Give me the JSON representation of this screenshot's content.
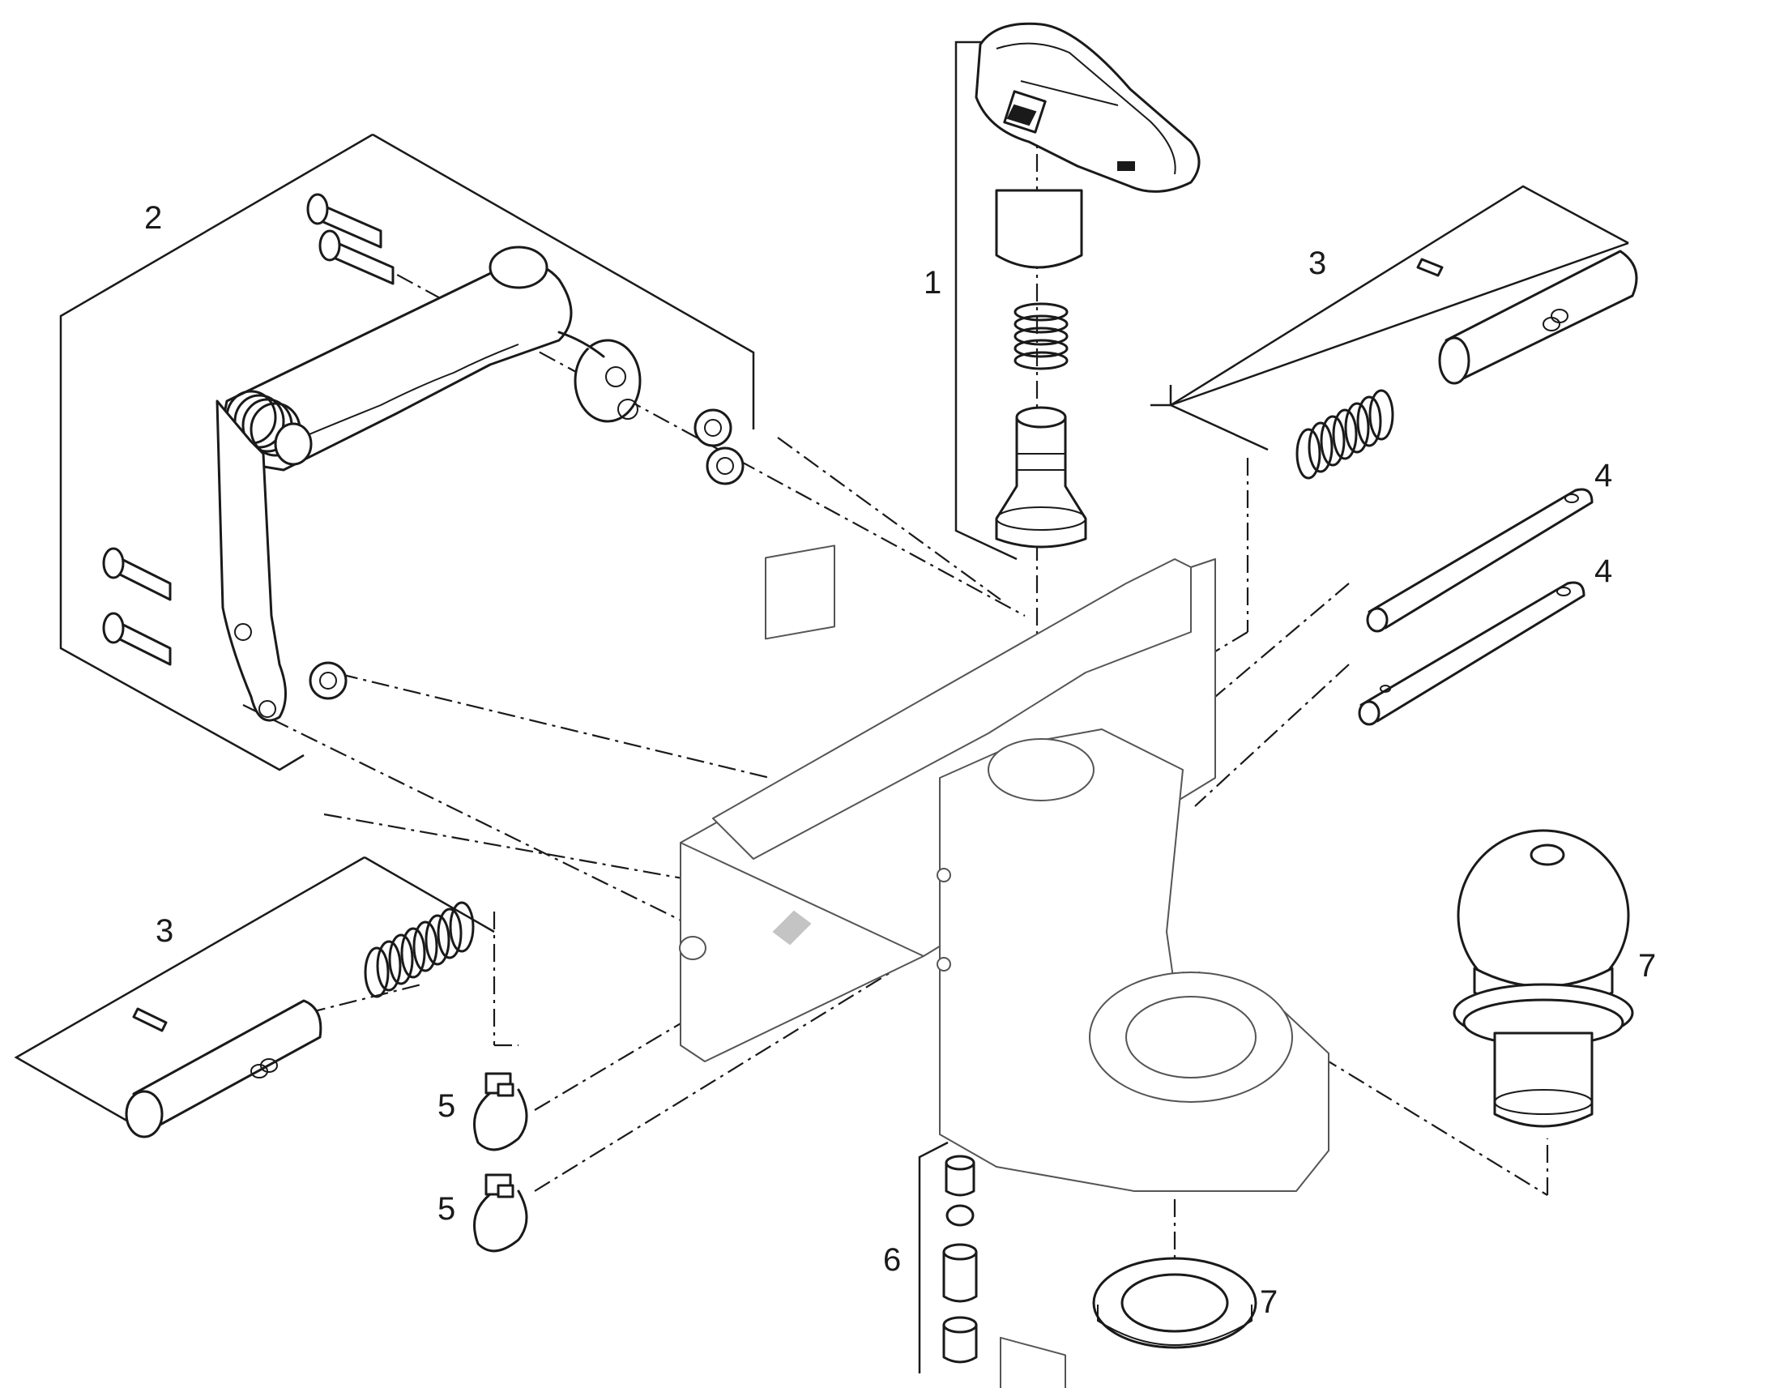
{
  "callouts": {
    "c1": "1",
    "c2": "2",
    "c3_right": "3",
    "c3_left": "3",
    "c4_upper": "4",
    "c4_lower": "4",
    "c5_upper": "5",
    "c5_lower": "5",
    "c6": "6",
    "c7_ball": "7",
    "c7_nut": "7"
  },
  "colors": {
    "line": "#1a1a1a",
    "background": "#ffffff"
  }
}
